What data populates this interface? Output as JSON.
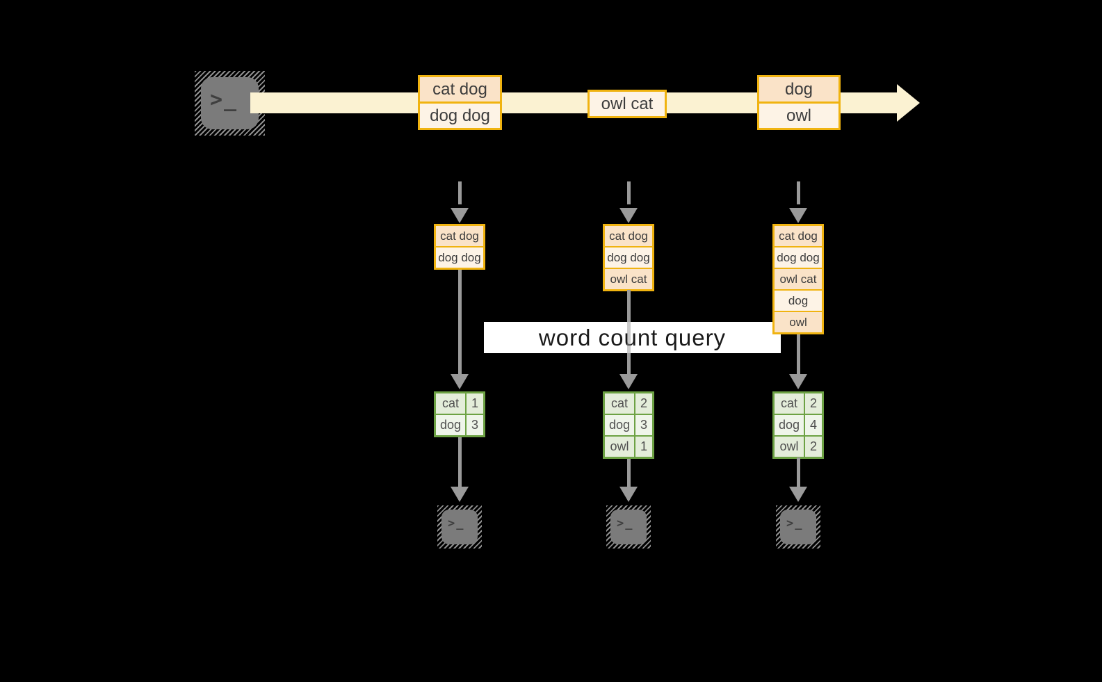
{
  "banner": {
    "label": "word count query"
  },
  "colors": {
    "background": "#000000",
    "stream_arrow": "#fbf2d2",
    "batch_border": "#f0b310",
    "batch_fill_peach": "#fae3c8",
    "batch_fill_cream": "#fdf3e6",
    "table_border": "#6da244",
    "table_fill_a": "#e4edda",
    "table_fill_b": "#eff5ea",
    "connector_gray": "#9a9a9a",
    "terminal_gray": "#7b7b7b",
    "banner_bg": "#ffffff"
  },
  "source_terminal": {
    "icon": "terminal-icon",
    "glyph": ">_"
  },
  "timeline": {
    "batches": [
      {
        "cells": [
          {
            "text": "cat dog"
          },
          {
            "text": "dog dog"
          }
        ]
      },
      {
        "cells": [
          {
            "text": "owl cat"
          }
        ]
      },
      {
        "cells": [
          {
            "text": "dog"
          },
          {
            "text": "owl"
          }
        ]
      }
    ]
  },
  "columns": [
    {
      "queue": [
        {
          "text": "cat dog"
        },
        {
          "text": "dog dog"
        }
      ],
      "counts": [
        {
          "word": "cat",
          "count": "1"
        },
        {
          "word": "dog",
          "count": "3"
        }
      ]
    },
    {
      "queue": [
        {
          "text": "cat dog"
        },
        {
          "text": "dog dog"
        },
        {
          "text": "owl cat"
        }
      ],
      "counts": [
        {
          "word": "cat",
          "count": "2"
        },
        {
          "word": "dog",
          "count": "3"
        },
        {
          "word": "owl",
          "count": "1"
        }
      ]
    },
    {
      "queue": [
        {
          "text": "cat dog"
        },
        {
          "text": "dog dog"
        },
        {
          "text": "owl cat"
        },
        {
          "text": "dog"
        },
        {
          "text": "owl"
        }
      ],
      "counts": [
        {
          "word": "cat",
          "count": "2"
        },
        {
          "word": "dog",
          "count": "4"
        },
        {
          "word": "owl",
          "count": "2"
        }
      ]
    }
  ],
  "output_terminals": [
    {
      "icon": "terminal-icon",
      "glyph": ">_"
    },
    {
      "icon": "terminal-icon",
      "glyph": ">_"
    },
    {
      "icon": "terminal-icon",
      "glyph": ">_"
    }
  ]
}
